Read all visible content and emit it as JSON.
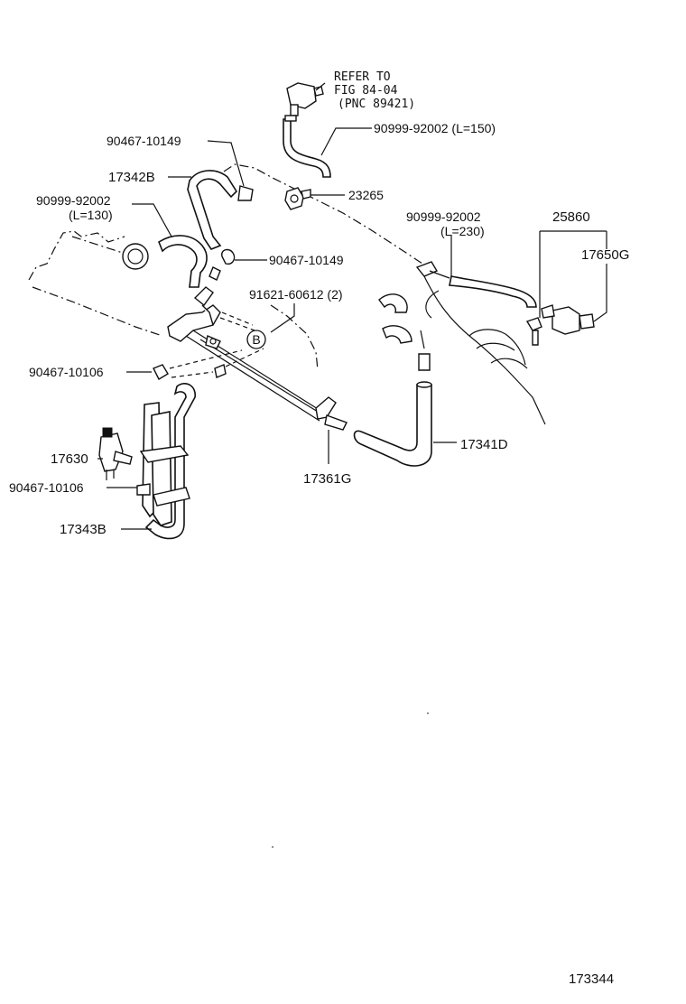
{
  "labels": {
    "refer_line1": "REFER TO",
    "refer_line2": "FIG 84-04",
    "refer_line3": "(PNC 89421)",
    "p_90999_150": "90999-92002 (L=150)",
    "p_90467_top": "90467-10149",
    "p_17342b": "17342B",
    "p_23265": "23265",
    "p_90999_130": "90999-92002",
    "p_l130": "(L=130)",
    "p_90999_230": "90999-92002",
    "p_l230": "(L=230)",
    "p_25860": "25860",
    "p_17650g": "17650G",
    "p_90467_mid": "90467-10149",
    "p_91621": "91621-60612 (2)",
    "ref_b": "B",
    "p_90467_10106_a": "90467-10106",
    "p_17630": "17630",
    "p_90467_10106_b": "90467-10106",
    "p_17343b": "17343B",
    "p_17361g": "17361G",
    "p_17341d": "17341D",
    "figure_number": "173344"
  }
}
